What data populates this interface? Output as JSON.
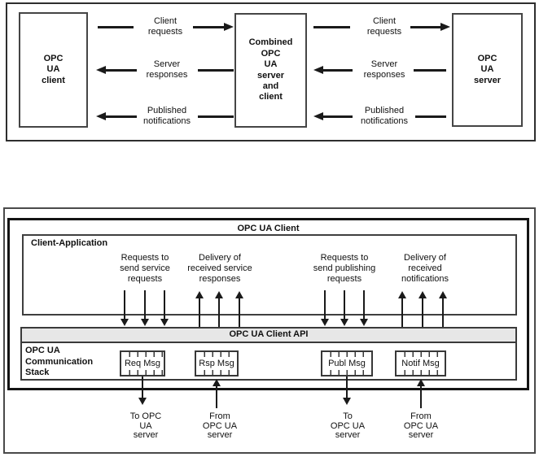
{
  "colors": {
    "line": "#1a1a1a",
    "api_bar_fill": "#e7e7e7",
    "background": "#ffffff"
  },
  "top": {
    "client_box": "OPC\nUA\nclient",
    "combined_box": "Combined\nOPC\nUA\nserver\nand\nclient",
    "server_box": "OPC\nUA\nserver",
    "client_requests": "Client\nrequests",
    "server_responses": "Server\nresponses",
    "published_notifications": "Published\nnotifications"
  },
  "bottom": {
    "title": "OPC UA Client",
    "client_application": "Client-Application",
    "api_bar": "OPC UA Client API",
    "comm_stack": "OPC UA\nCommunication\nStack",
    "send_service": "Requests to\nsend service\nrequests",
    "delivery_service": "Delivery of\nreceived service\nresponses",
    "send_publishing": "Requests to\nsend publishing\nrequests",
    "delivery_notifications": "Delivery of\nreceived\nnotifications",
    "req_msg": "Req Msg",
    "rsp_msg": "Rsp Msg",
    "publ_msg": "Publ Msg",
    "notif_msg": "Notif Msg",
    "to_server_a": "To OPC\nUA\nserver",
    "from_server_a": "From\nOPC UA\nserver",
    "to_server_b": "To\nOPC UA\nserver",
    "from_server_b": "From\nOPC UA\nserver"
  }
}
